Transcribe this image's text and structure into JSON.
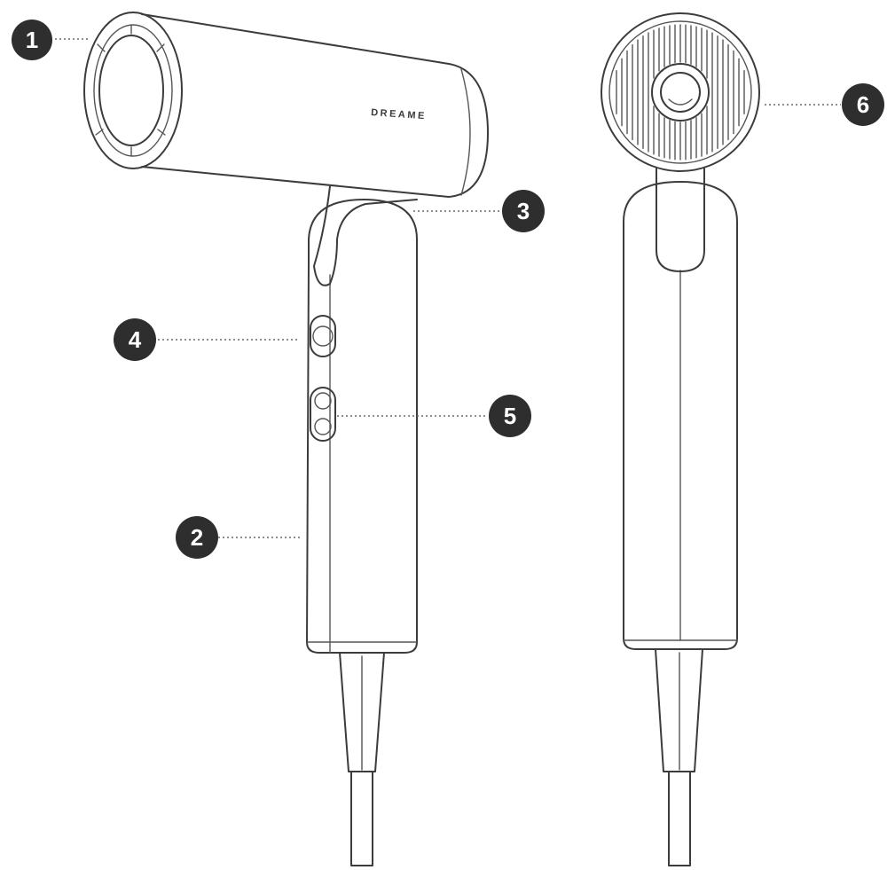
{
  "diagram": {
    "brand": "DREAME",
    "callouts": [
      "1",
      "2",
      "3",
      "4",
      "5",
      "6"
    ]
  },
  "colors": {
    "line": "#3c3c3c",
    "callout_fill": "#2e2e2e",
    "callout_text": "#ffffff",
    "background": "#ffffff"
  }
}
